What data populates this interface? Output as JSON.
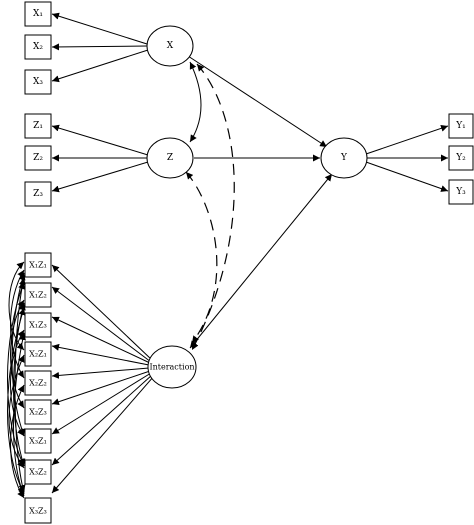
{
  "latent": {
    "x": "X",
    "z": "Z",
    "y": "Y",
    "interaction": "Interaction"
  },
  "indicators": {
    "x": [
      "X₁",
      "X₂",
      "X₃"
    ],
    "z": [
      "Z₁",
      "Z₂",
      "Z₃"
    ],
    "y": [
      "Y₁",
      "Y₂",
      "Y₃"
    ],
    "interaction": [
      "X₁Z₁",
      "X₁Z₂",
      "X₁Z₃",
      "X₂Z₁",
      "X₂Z₂",
      "X₂Z₃",
      "X₃Z₁",
      "X₃Z₂",
      "X₃Z₃"
    ]
  },
  "colors": {
    "line": "#000000",
    "fill": "#ffffff"
  }
}
